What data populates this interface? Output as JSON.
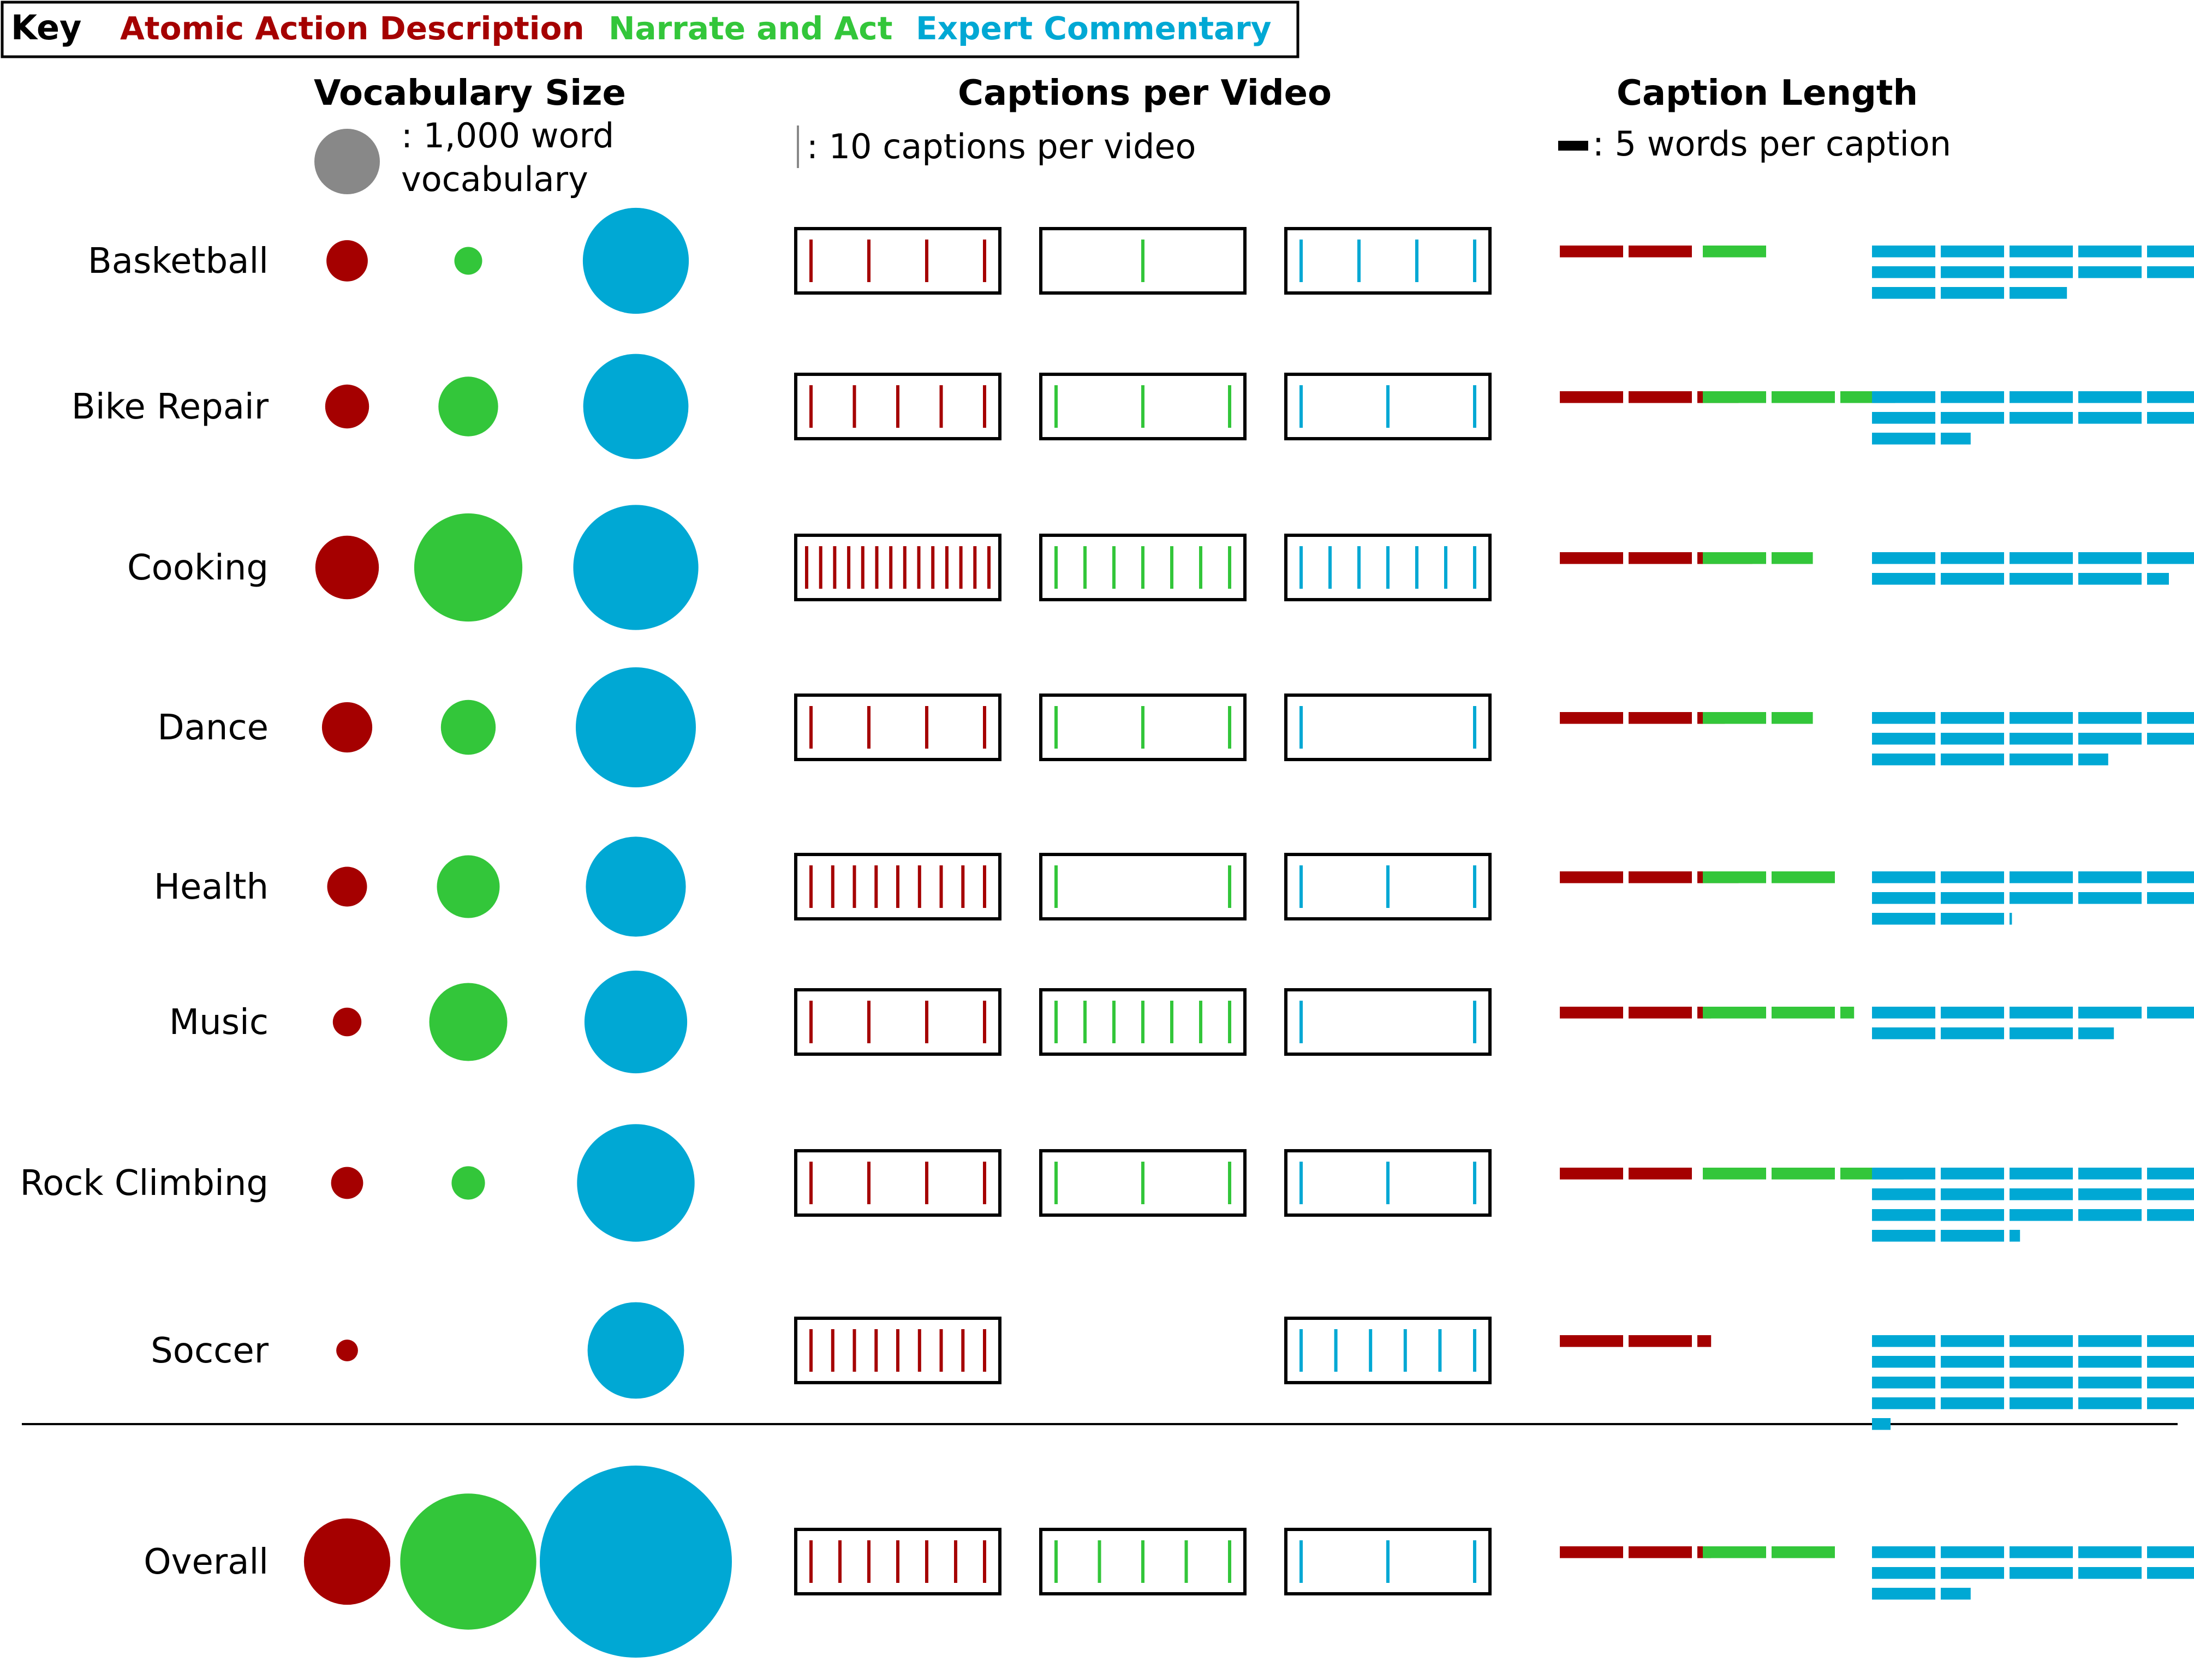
{
  "key": {
    "label": "Key",
    "entries": [
      {
        "name": "Atomic Action Description",
        "color": "#a50000"
      },
      {
        "name": "Narrate and Act",
        "color": "#33c63a"
      },
      {
        "name": "Expert Commentary",
        "color": "#00a8d4"
      }
    ]
  },
  "headers": {
    "vocabulary": "Vocabulary Size",
    "vocabulary_legend_line1": ": 1,000 word",
    "vocabulary_legend_line2": "vocabulary",
    "vocabulary_legend_color": "#888888",
    "captions": "Captions per Video",
    "captions_legend": ": 10 captions per video",
    "length": "Caption Length",
    "length_legend": ": 5 words per caption"
  },
  "chart_data": {
    "type": "table",
    "series": [
      "Atomic Action Description",
      "Narrate and Act",
      "Expert Commentary"
    ],
    "units": {
      "vocabulary": "words",
      "captions_per_video": "captions",
      "caption_length": "words"
    },
    "rows": [
      {
        "category": "Basketball",
        "vocabulary": [
          400,
          180,
          2620
        ],
        "captions_per_video": [
          40,
          10,
          40
        ],
        "caption_length": [
          10,
          5,
          61
        ]
      },
      {
        "category": "Bike Repair",
        "vocabulary": [
          450,
          830,
          2580
        ],
        "captions_per_video": [
          50,
          30,
          30
        ],
        "caption_length": [
          13,
          14,
          54
        ]
      },
      {
        "category": "Cooking",
        "vocabulary": [
          940,
          2730,
          3650
        ],
        "captions_per_video": [
          138,
          70,
          70
        ],
        "caption_length": [
          14,
          8,
          45
        ]
      },
      {
        "category": "Dance",
        "vocabulary": [
          590,
          700,
          3360
        ],
        "captions_per_video": [
          40,
          30,
          20
        ],
        "caption_length": [
          12,
          8,
          64
        ]
      },
      {
        "category": "Health",
        "vocabulary": [
          370,
          920,
          2330
        ],
        "captions_per_video": [
          90,
          20,
          30
        ],
        "caption_length": [
          13,
          10,
          57
        ]
      },
      {
        "category": "Music",
        "vocabulary": [
          190,
          1420,
          2460
        ],
        "captions_per_video": [
          40,
          70,
          20
        ],
        "caption_length": [
          11,
          11,
          41
        ]
      },
      {
        "category": "Rock Climbing",
        "vocabulary": [
          240,
          260,
          3220
        ],
        "captions_per_video": [
          40,
          30,
          30
        ],
        "caption_length": [
          10,
          15,
          81
        ]
      },
      {
        "category": "Soccer",
        "vocabulary": [
          110,
          0,
          2170
        ],
        "captions_per_video": [
          90,
          0,
          60
        ],
        "caption_length": [
          11,
          0,
          95
        ]
      },
      {
        "category": "Overall",
        "vocabulary": [
          1740,
          4320,
          8600
        ],
        "captions_per_video": [
          70,
          50,
          30
        ],
        "caption_length": [
          11,
          10,
          54
        ]
      }
    ]
  }
}
